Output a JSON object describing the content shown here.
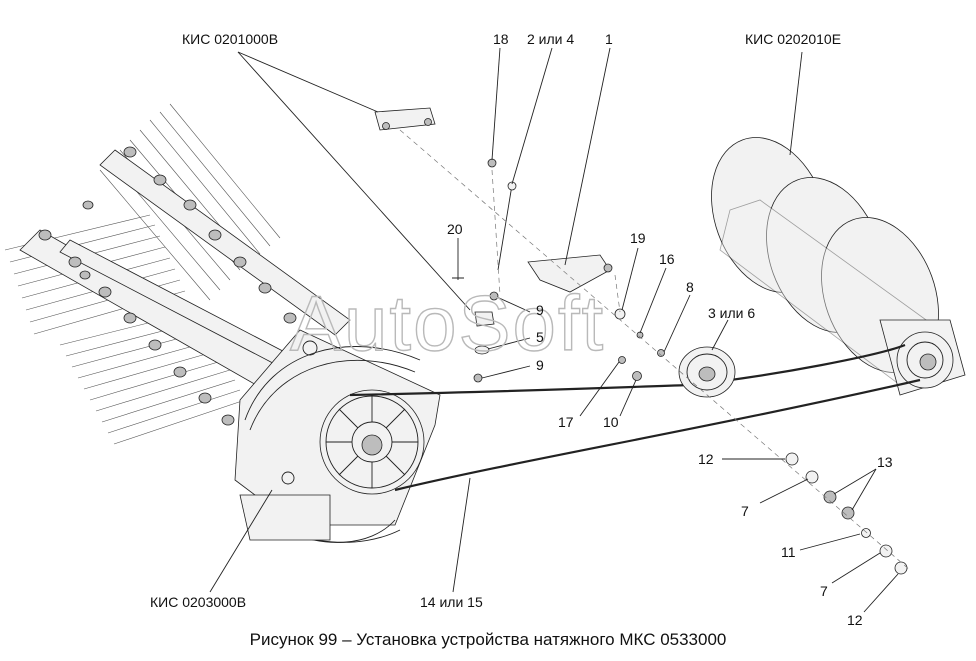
{
  "labels": {
    "kis_0201000": "КИС 0201000В",
    "kis_0202010": "КИС 0202010Е",
    "kis_0203000": "КИС 0203000В",
    "l18": "18",
    "l2or4": "2 или 4",
    "l1": "1",
    "l20": "20",
    "l19": "19",
    "l16": "16",
    "l8": "8",
    "l3or6": "3 или 6",
    "l9a": "9",
    "l5": "5",
    "l9b": "9",
    "l17": "17",
    "l10": "10",
    "l12a": "12",
    "l13": "13",
    "l7a": "7",
    "l11": "11",
    "l7b": "7",
    "l12b": "12",
    "l14or15": "14 или 15"
  },
  "watermark": "AutoSoft",
  "caption": "Рисунок 99 – Установка устройства натяжного МКС 0533000"
}
